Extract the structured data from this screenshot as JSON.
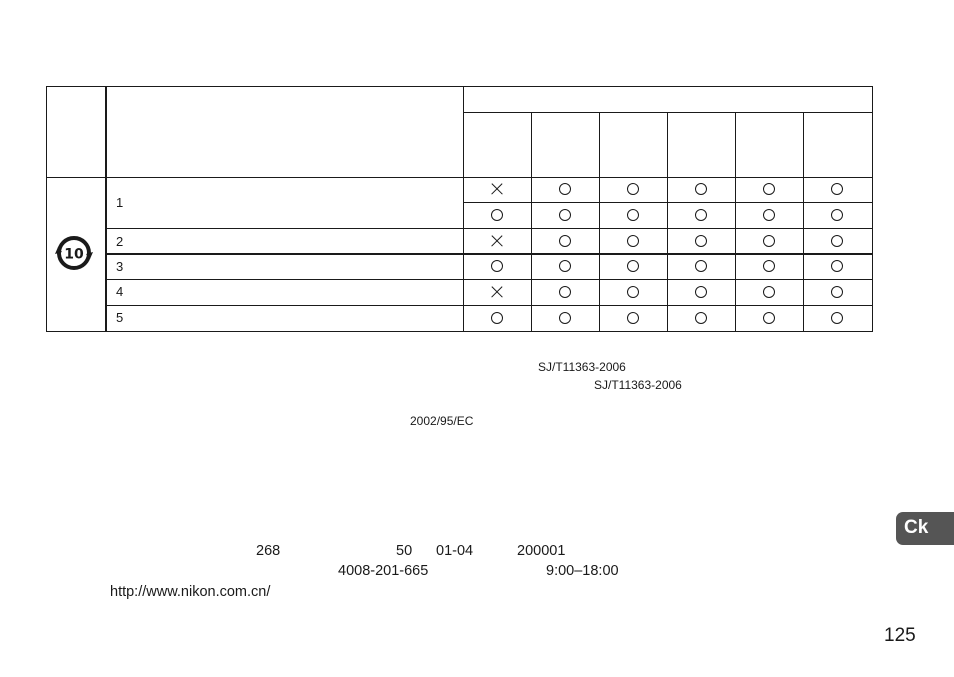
{
  "table": {
    "row_labels": [
      "1",
      "2",
      "3",
      "4",
      "5"
    ],
    "rows": [
      [
        "x",
        "o",
        "o",
        "o",
        "o",
        "o"
      ],
      [
        "o",
        "o",
        "o",
        "o",
        "o",
        "o"
      ],
      [
        "x",
        "o",
        "o",
        "o",
        "o",
        "o"
      ],
      [
        "o",
        "o",
        "o",
        "o",
        "o",
        "o"
      ],
      [
        "x",
        "o",
        "o",
        "o",
        "o",
        "o"
      ],
      [
        "o",
        "o",
        "o",
        "o",
        "o",
        "o"
      ]
    ],
    "symbols": {
      "x": "cross-mark",
      "o": "circle-mark"
    },
    "epup_icon": "environment-protection-use-period-icon",
    "epup_years": "10"
  },
  "notes": {
    "standard_1": "SJ/T11363-2006",
    "standard_2": "SJ/T11363-2006",
    "directive": "2002/95/EC"
  },
  "contact": {
    "address_no": "268",
    "floor": "50",
    "room": "01-04",
    "postcode": "200001",
    "hotline": "4008-201-665",
    "hours": "9:00–18:00",
    "url": "http://www.nikon.com.cn/"
  },
  "language_tab": "Ck",
  "page_number": "125"
}
